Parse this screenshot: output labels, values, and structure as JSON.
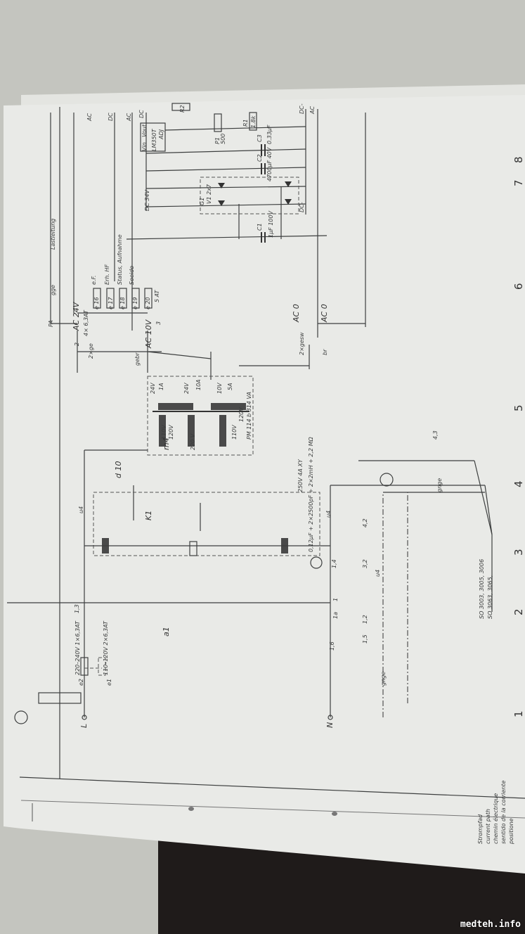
{
  "schematic": {
    "rails": {
      "ac_top1": "AC",
      "dc_top1": "DC",
      "ac_top2": "AC",
      "dc_top2": "DC",
      "dc_minus": "DC-",
      "ac_bottom": "AC",
      "dc34": "DC 34V",
      "dc_minus2": "DC-"
    },
    "regulator": {
      "name": "LM350T",
      "vin": "Vin",
      "vout": "Vout",
      "adj": "ADJ",
      "r2": "R2",
      "p1": "P1",
      "p1_value": "500",
      "r1": "R1",
      "r1_value": "1.8k"
    },
    "capacitors": {
      "c3": "C3",
      "c3_value": "0.33µF",
      "c2": "C2",
      "c2_value": "4700µF 40V",
      "c1": "C1",
      "c1_value": "1µF 100V"
    },
    "rectifier": {
      "name": "G1",
      "value": "V1 2x7"
    },
    "fuses": [
      {
        "name": "e 16",
        "label": "e.F."
      },
      {
        "name": "e 17",
        "label": "Erh. HF"
      },
      {
        "name": "e 18",
        "label": "Status, Aufnahme"
      },
      {
        "name": "e 19",
        "label": "Soeido"
      },
      {
        "name": "e 20",
        "label": "5 AT"
      }
    ],
    "fuse_rating": "4× 6,3AT",
    "cable_label": "Lastleitung",
    "terminals": {
      "ac24": "AC 24V",
      "ac10": "AC 10V",
      "ac0a": "AC 0",
      "ac0b": "AC 0",
      "pa": "PA",
      "gge": "gge",
      "ge2": "2×ge",
      "gebr": "gebr",
      "gesw": "2×gesw",
      "br": "br"
    },
    "transformer": {
      "name": "m4",
      "type": "PM 114 b  314 VA",
      "primary": [
        "110V",
        "120V",
        "220 V",
        "110V",
        "120V"
      ],
      "secondary": [
        {
          "v": "24V",
          "a": "1A"
        },
        {
          "v": "24V",
          "a": "10A"
        },
        {
          "v": "10V",
          "a": "5A"
        }
      ]
    },
    "switch": "d 10",
    "relay": "K1",
    "module": "a1",
    "filter_spec": "0,12µF + 2×2500pF + 2×2mH + 2,2 MΩ",
    "filter_rating": "250V   4A   XY",
    "wire_u4": "u4",
    "mains": {
      "l": "L",
      "n": "N",
      "e2": "e2",
      "e2_rating": "220–240V 1×6,3AT",
      "e1": "e1",
      "e1_rating": "110–120V 2×6,3AT"
    },
    "connectors": [
      "1,3",
      "1,6",
      "1a",
      "1",
      "1,4",
      "1,5",
      "1,2",
      "3,2",
      "4,2",
      "4,3",
      "2",
      "3"
    ],
    "gnge": "gnge",
    "models": [
      "SO 3003, 3005, 3006",
      "SO 3063, 3065,"
    ],
    "legend": [
      "Strompfad",
      "current path",
      "chemin électrique",
      "sentido de la corriente",
      "positione"
    ],
    "path_numbers": [
      "1",
      "2",
      "3",
      "4",
      "5",
      "6",
      "7",
      "8"
    ]
  },
  "watermark": "medteh.info"
}
